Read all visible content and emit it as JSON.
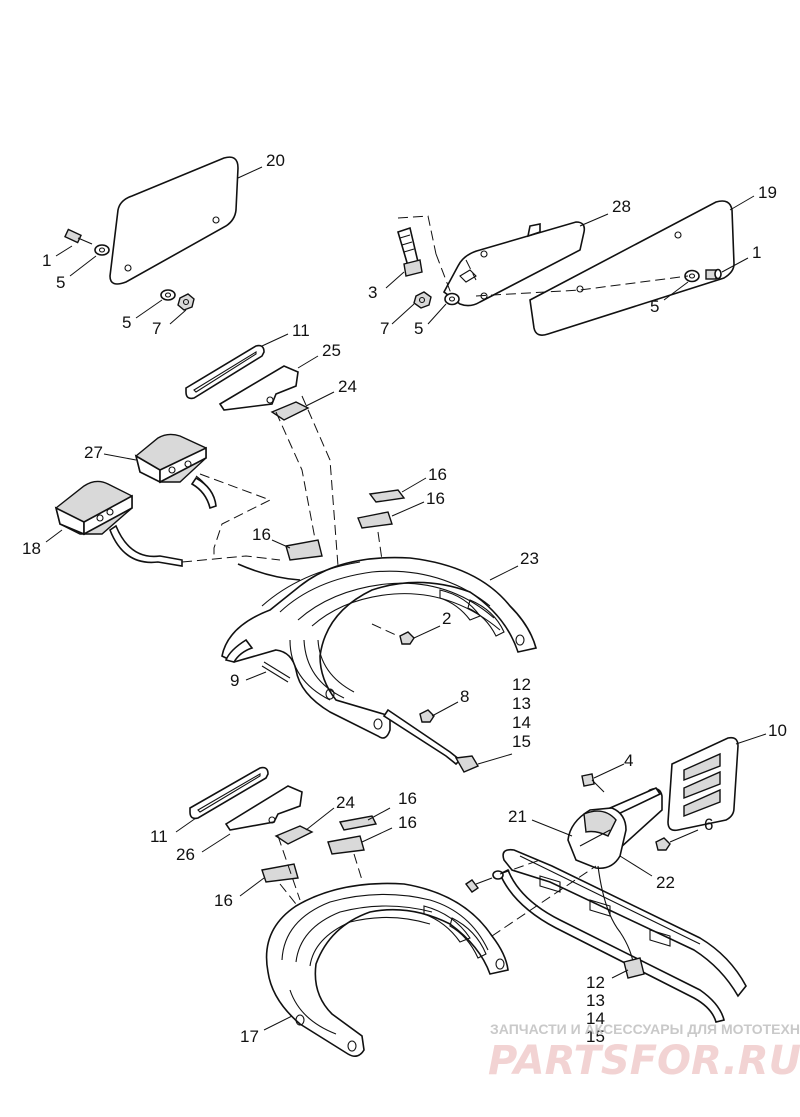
{
  "callouts": {
    "c20": "20",
    "c1a": "1",
    "c5a": "5",
    "c5b": "5",
    "c7a": "7",
    "c28": "28",
    "c19": "19",
    "c1b": "1",
    "c3": "3",
    "c7b": "7",
    "c5c": "5",
    "c5d": "5",
    "c11a": "11",
    "c25": "25",
    "c24a": "24",
    "c27": "27",
    "c18": "18",
    "c16a": "16",
    "c16b": "16",
    "c16c": "16",
    "c23": "23",
    "c2": "2",
    "c9": "9",
    "c8": "8",
    "c12a": "12",
    "c13a": "13",
    "c14a": "14",
    "c15a": "15",
    "c4": "4",
    "c10": "10",
    "c11b": "11",
    "c24b": "24",
    "c16d": "16",
    "c16e": "16",
    "c26": "26",
    "c16f": "16",
    "c21": "21",
    "c6": "6",
    "c22": "22",
    "c17": "17",
    "c12b": "12",
    "c13b": "13",
    "c14b": "14",
    "c15b": "15"
  },
  "watermark": {
    "tagline": "ЗАПЧАСТИ И АКСЕССУАРЫ ДЛЯ МОТОТЕХНИКИ",
    "brand": "PARTSFOR.RU"
  }
}
